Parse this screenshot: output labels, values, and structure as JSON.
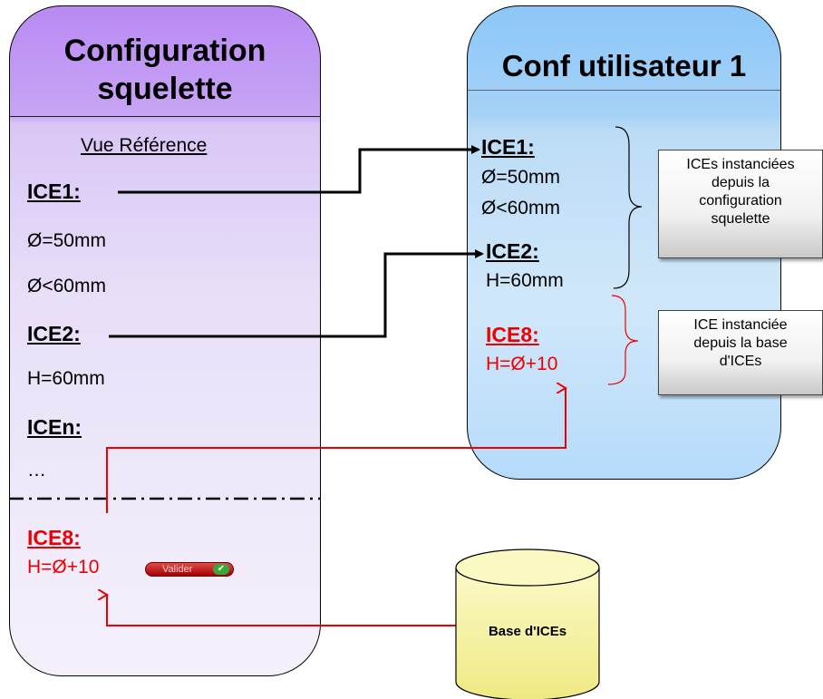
{
  "left_panel": {
    "title_line1": "Configuration",
    "title_line2": "squelette",
    "view_title": "Vue Référence",
    "ice1_label": "ICE1:",
    "ice1_val1": "Ø=50mm",
    "ice1_val2": "Ø<60mm",
    "ice2_label": "ICE2:",
    "ice2_val1": "H=60mm",
    "icen_label": "ICEn:",
    "ellipsis": "…",
    "ice8_label": "ICE8:",
    "ice8_val": "H=Ø+10",
    "valider_label": "Valider"
  },
  "right_panel": {
    "title": "Conf utilisateur 1",
    "ice1_label": "ICE1:",
    "ice1_val1": "Ø=50mm",
    "ice1_val2": "Ø<60mm",
    "ice2_label": "ICE2:",
    "ice2_val1": "H=60mm",
    "ice8_label": "ICE8:",
    "ice8_val": "H=Ø+10"
  },
  "notes": {
    "skeleton_note_lines": [
      "ICEs instanciées",
      "depuis la",
      "configuration",
      "squelette"
    ],
    "base_note_lines": [
      "ICE instanciée",
      "depuis la base",
      "d'ICEs"
    ]
  },
  "database": {
    "label": "Base d'ICEs"
  },
  "colors": {
    "left_accent": "#b98af3",
    "right_accent": "#8cc6f8",
    "db_fill": "#f6f3a6",
    "highlight": "#ee0000"
  }
}
